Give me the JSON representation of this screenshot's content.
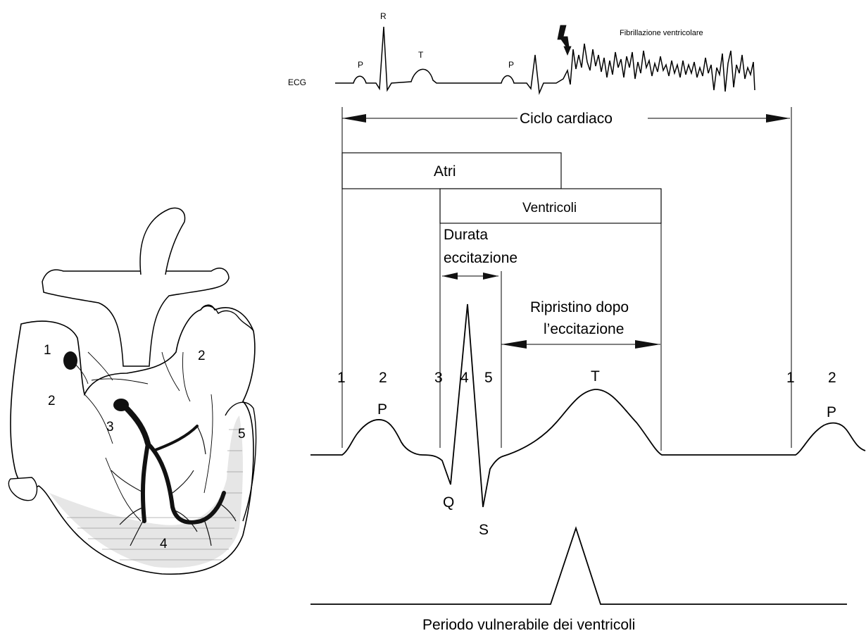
{
  "ecg_strip": {
    "label": "ECG",
    "wave_labels": {
      "p1": "P",
      "r": "R",
      "t": "T",
      "p2": "P"
    },
    "fibrillation_label": "Fibrillazione ventricolare"
  },
  "cycle": {
    "label": "Ciclo cardiaco"
  },
  "phases": {
    "atria_label": "Atri",
    "ventricles_label": "Ventricoli",
    "excitation_label_line1": "Durata",
    "excitation_label_line2": "eccitazione",
    "recovery_label_line1": "Ripristino dopo",
    "recovery_label_line2": "l’eccitazione"
  },
  "main_trace": {
    "markers": [
      "1",
      "2",
      "3",
      "4",
      "5",
      "1",
      "2"
    ],
    "waves": {
      "p1": "P",
      "q": "Q",
      "s": "S",
      "t": "T",
      "p2": "P"
    }
  },
  "vulnerable": {
    "label": "Periodo vulnerabile dei ventricoli"
  },
  "heart": {
    "region_numbers": [
      "1",
      "2",
      "2",
      "3",
      "4",
      "5"
    ]
  }
}
